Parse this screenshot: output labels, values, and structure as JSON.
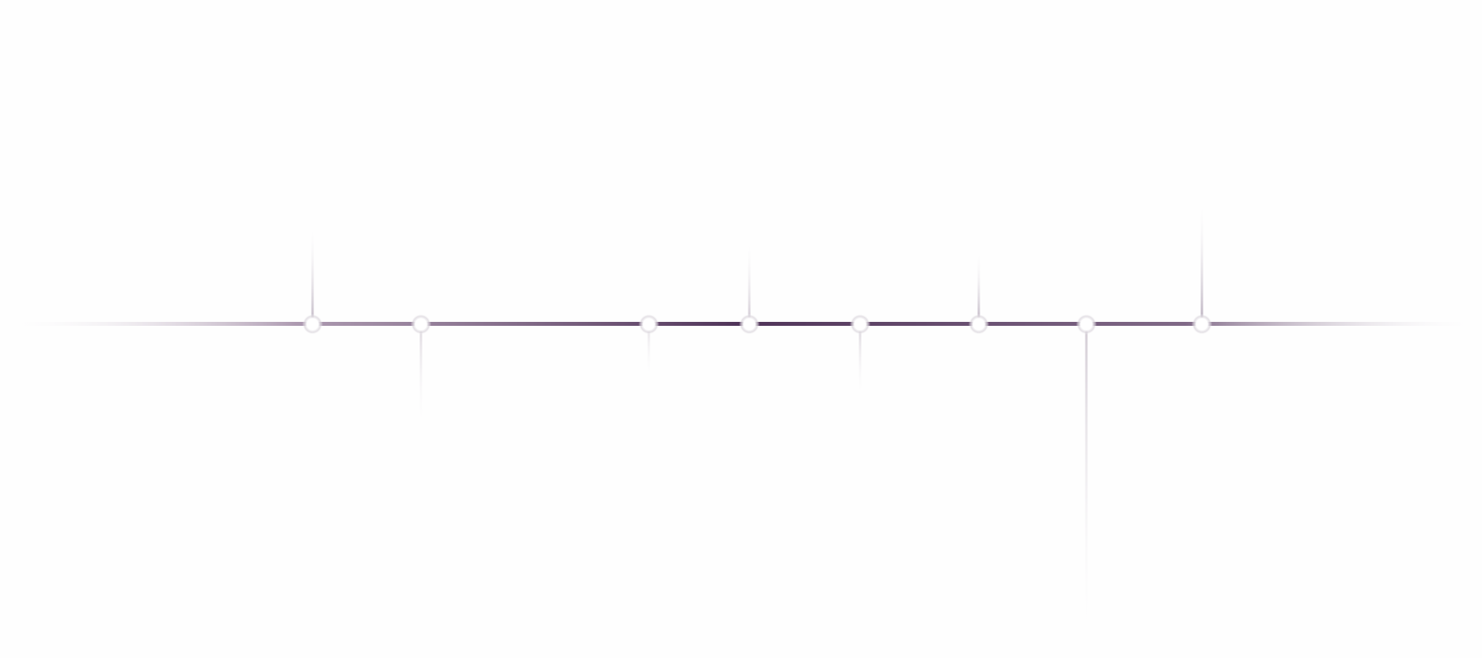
{
  "colors": {
    "background": "#fefefe",
    "timeline": "#4f3358",
    "connector": "#c9bfcc",
    "node_halo": "#d9d4db"
  },
  "timeline": {
    "orientation": "horizontal",
    "fade_edges": true
  },
  "events": [
    {
      "id": "event-1",
      "side": "above",
      "emphasis": 0.55
    },
    {
      "id": "event-2",
      "side": "below",
      "emphasis": 0.25
    },
    {
      "id": "event-3",
      "side": "below",
      "emphasis": 0.12
    },
    {
      "id": "event-4",
      "side": "above",
      "emphasis": 0.35
    },
    {
      "id": "event-5",
      "side": "below",
      "emphasis": 0.3
    },
    {
      "id": "event-6",
      "side": "above",
      "emphasis": 0.6
    },
    {
      "id": "event-7",
      "side": "below",
      "emphasis": 0.45
    },
    {
      "id": "event-8",
      "side": "above",
      "emphasis": 0.9
    }
  ]
}
